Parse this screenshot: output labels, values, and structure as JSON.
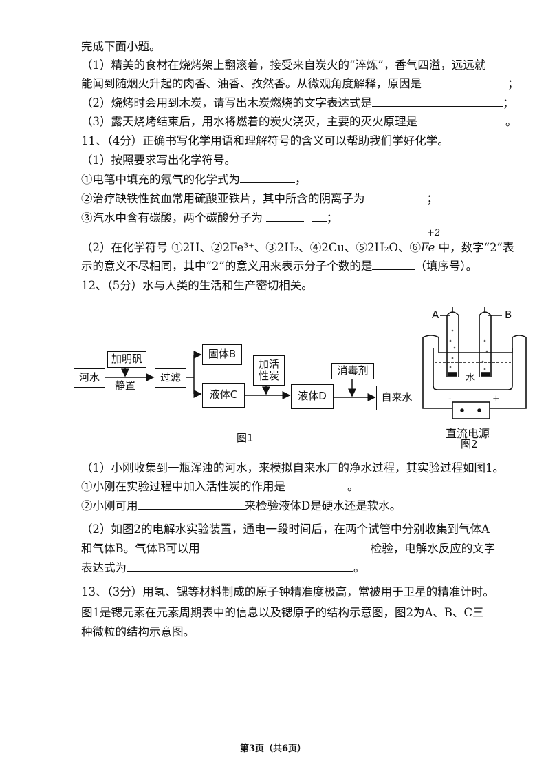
{
  "intro": "完成下面小题。",
  "q10": {
    "p1_a": "（1）精美的食材在烧烤架上翻滚着，接受来自炭火的“淬炼”，香气四溢，远远就",
    "p1_b": "能闻到随烟火升起的肉香、油香、孜然香。从微观角度解释，原因是",
    "p1_end": "；",
    "p2": "（2）烧烤时会用到木炭，请写出木炭燃烧的文字表达式是",
    "p2_end": "；",
    "p3": "（3）露天烧烤结束后，用水将燃着的炭火浇灭，主要的灭火原理是",
    "p3_end": "。"
  },
  "q11": {
    "title": "11、（4分）正确书写化学用语和理解符号的含义可以帮助我们学好化学。",
    "p1": "（1）按照要求写出化学符号。",
    "i1": "①电笔中填充的氖气的化学式为",
    "i1_end": "，",
    "i2": "②治疗缺铁性贫血常用硫酸亚铁片，其中所含的阴离子为",
    "i2_end": "；",
    "i3": "③汽水中含有碳酸，两个碳酸分子为",
    "i3_end": "；",
    "charge": "+2",
    "p2_a": "（2）在化学符号 ①2H、②2Fe³⁺、③2H₂、④2Cu、⑤2H₂O、⑥",
    "fe": "Fe",
    "p2_b": "中，数字“2”表",
    "p2_c": "示的意义不尽相同，其中“2”的意义用来表示分子个数的是",
    "p2_d": "（填序号）。"
  },
  "q12": {
    "title": "12、（5分）水与人类的生活和生产密切相关。",
    "fig1": {
      "river": "河水",
      "alum": "加明矾",
      "settle": "静置",
      "filter": "过滤",
      "solid": "固体B",
      "liquidC": "液体C",
      "carbon": "加活性炭",
      "disinfect": "消毒剂",
      "liquidD": "液体D",
      "tap": "自来水",
      "caption": "图1"
    },
    "fig2": {
      "a": "A",
      "b": "B",
      "water": "水",
      "minus": "-",
      "plus": "+",
      "power": "直流电源",
      "caption": "图2"
    },
    "p1": "（1）小刚收集到一瓶浑浊的河水，来模拟自来水厂的净水过程，其实验过程如图1。",
    "i1": "①小刚在实验过程中加入活性炭的作用是",
    "i1_end": "。",
    "i2_a": "②小刚可用",
    "i2_b": "来检验液体D是硬水还是软水。",
    "p2_a": "（2）如图2的电解水实验装置，通电一段时间后，在两个试管中分别收集到气体A",
    "p2_b1": "和气体B。气体B可以用",
    "p2_b2": "检验，电解水反应的文字",
    "p2_c": "表达式为",
    "p2_end": "。"
  },
  "q13": {
    "a": "13、（3分）用氢、锶等材料制成的原子钟精准度极高，常被用于卫星的精准计时。",
    "b": "图1是锶元素在元素周期表中的信息以及锶原子的结构示意图，图2为A、B、C三",
    "c": "种微粒的结构示意图。"
  },
  "footer": "第3页（共6页）"
}
